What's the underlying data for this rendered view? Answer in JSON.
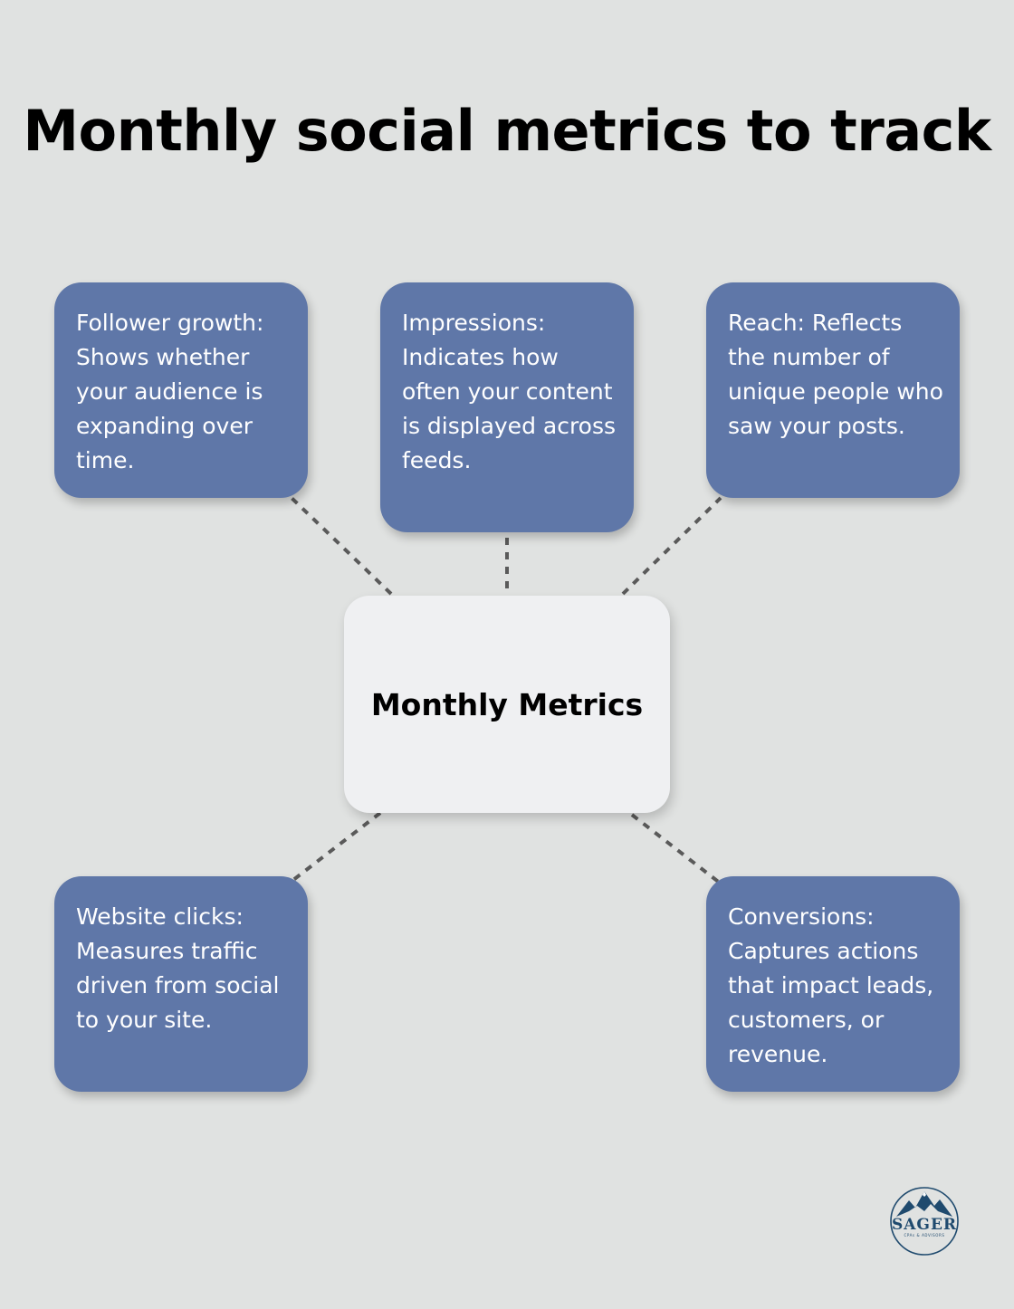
{
  "title": "Monthly social metrics to track",
  "center": {
    "label": "Monthly Metrics"
  },
  "nodes": [
    {
      "id": "follower-growth",
      "text": "Follower growth: Shows whether your audience is expanding over time."
    },
    {
      "id": "impressions",
      "text": "Impressions: Indicates how often your content is displayed across feeds."
    },
    {
      "id": "reach",
      "text": "Reach: Reflects the number of unique people who saw your posts."
    },
    {
      "id": "website-clicks",
      "text": "Website clicks: Measures traffic driven from social to your site."
    },
    {
      "id": "conversions",
      "text": "Conversions: Captures actions that impact leads, customers, or revenue."
    }
  ],
  "logo": {
    "name": "SAGER",
    "tagline": "CPAs & ADVISORS"
  },
  "colors": {
    "background": "#e0e2e1",
    "node_fill": "#5f77a8",
    "center_fill": "#eff0f2",
    "connector": "#5a5a5a",
    "logo_navy": "#1f4a6e"
  }
}
